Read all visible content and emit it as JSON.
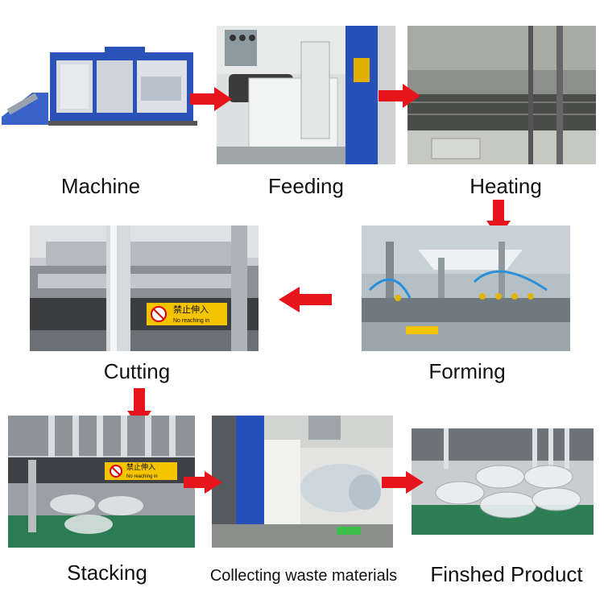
{
  "steps": [
    {
      "label": "Machine"
    },
    {
      "label": "Feeding"
    },
    {
      "label": "Heating"
    },
    {
      "label": "Forming"
    },
    {
      "label": "Cutting"
    },
    {
      "label": "Stacking"
    },
    {
      "label": "Collecting waste materials"
    },
    {
      "label": "Finshed Product"
    }
  ],
  "signs": {
    "cutting_cn": "禁止伸入",
    "cutting_en": "No reaching in",
    "stacking_cn": "禁止伸入",
    "stacking_en": "No reaching in"
  },
  "colors": {
    "arrow": "#e8141b",
    "machine_blue": "#2b52b8",
    "metal": "#c8ccd0",
    "warning_yellow": "#f5c400",
    "floor_green": "#1f7a4a"
  }
}
